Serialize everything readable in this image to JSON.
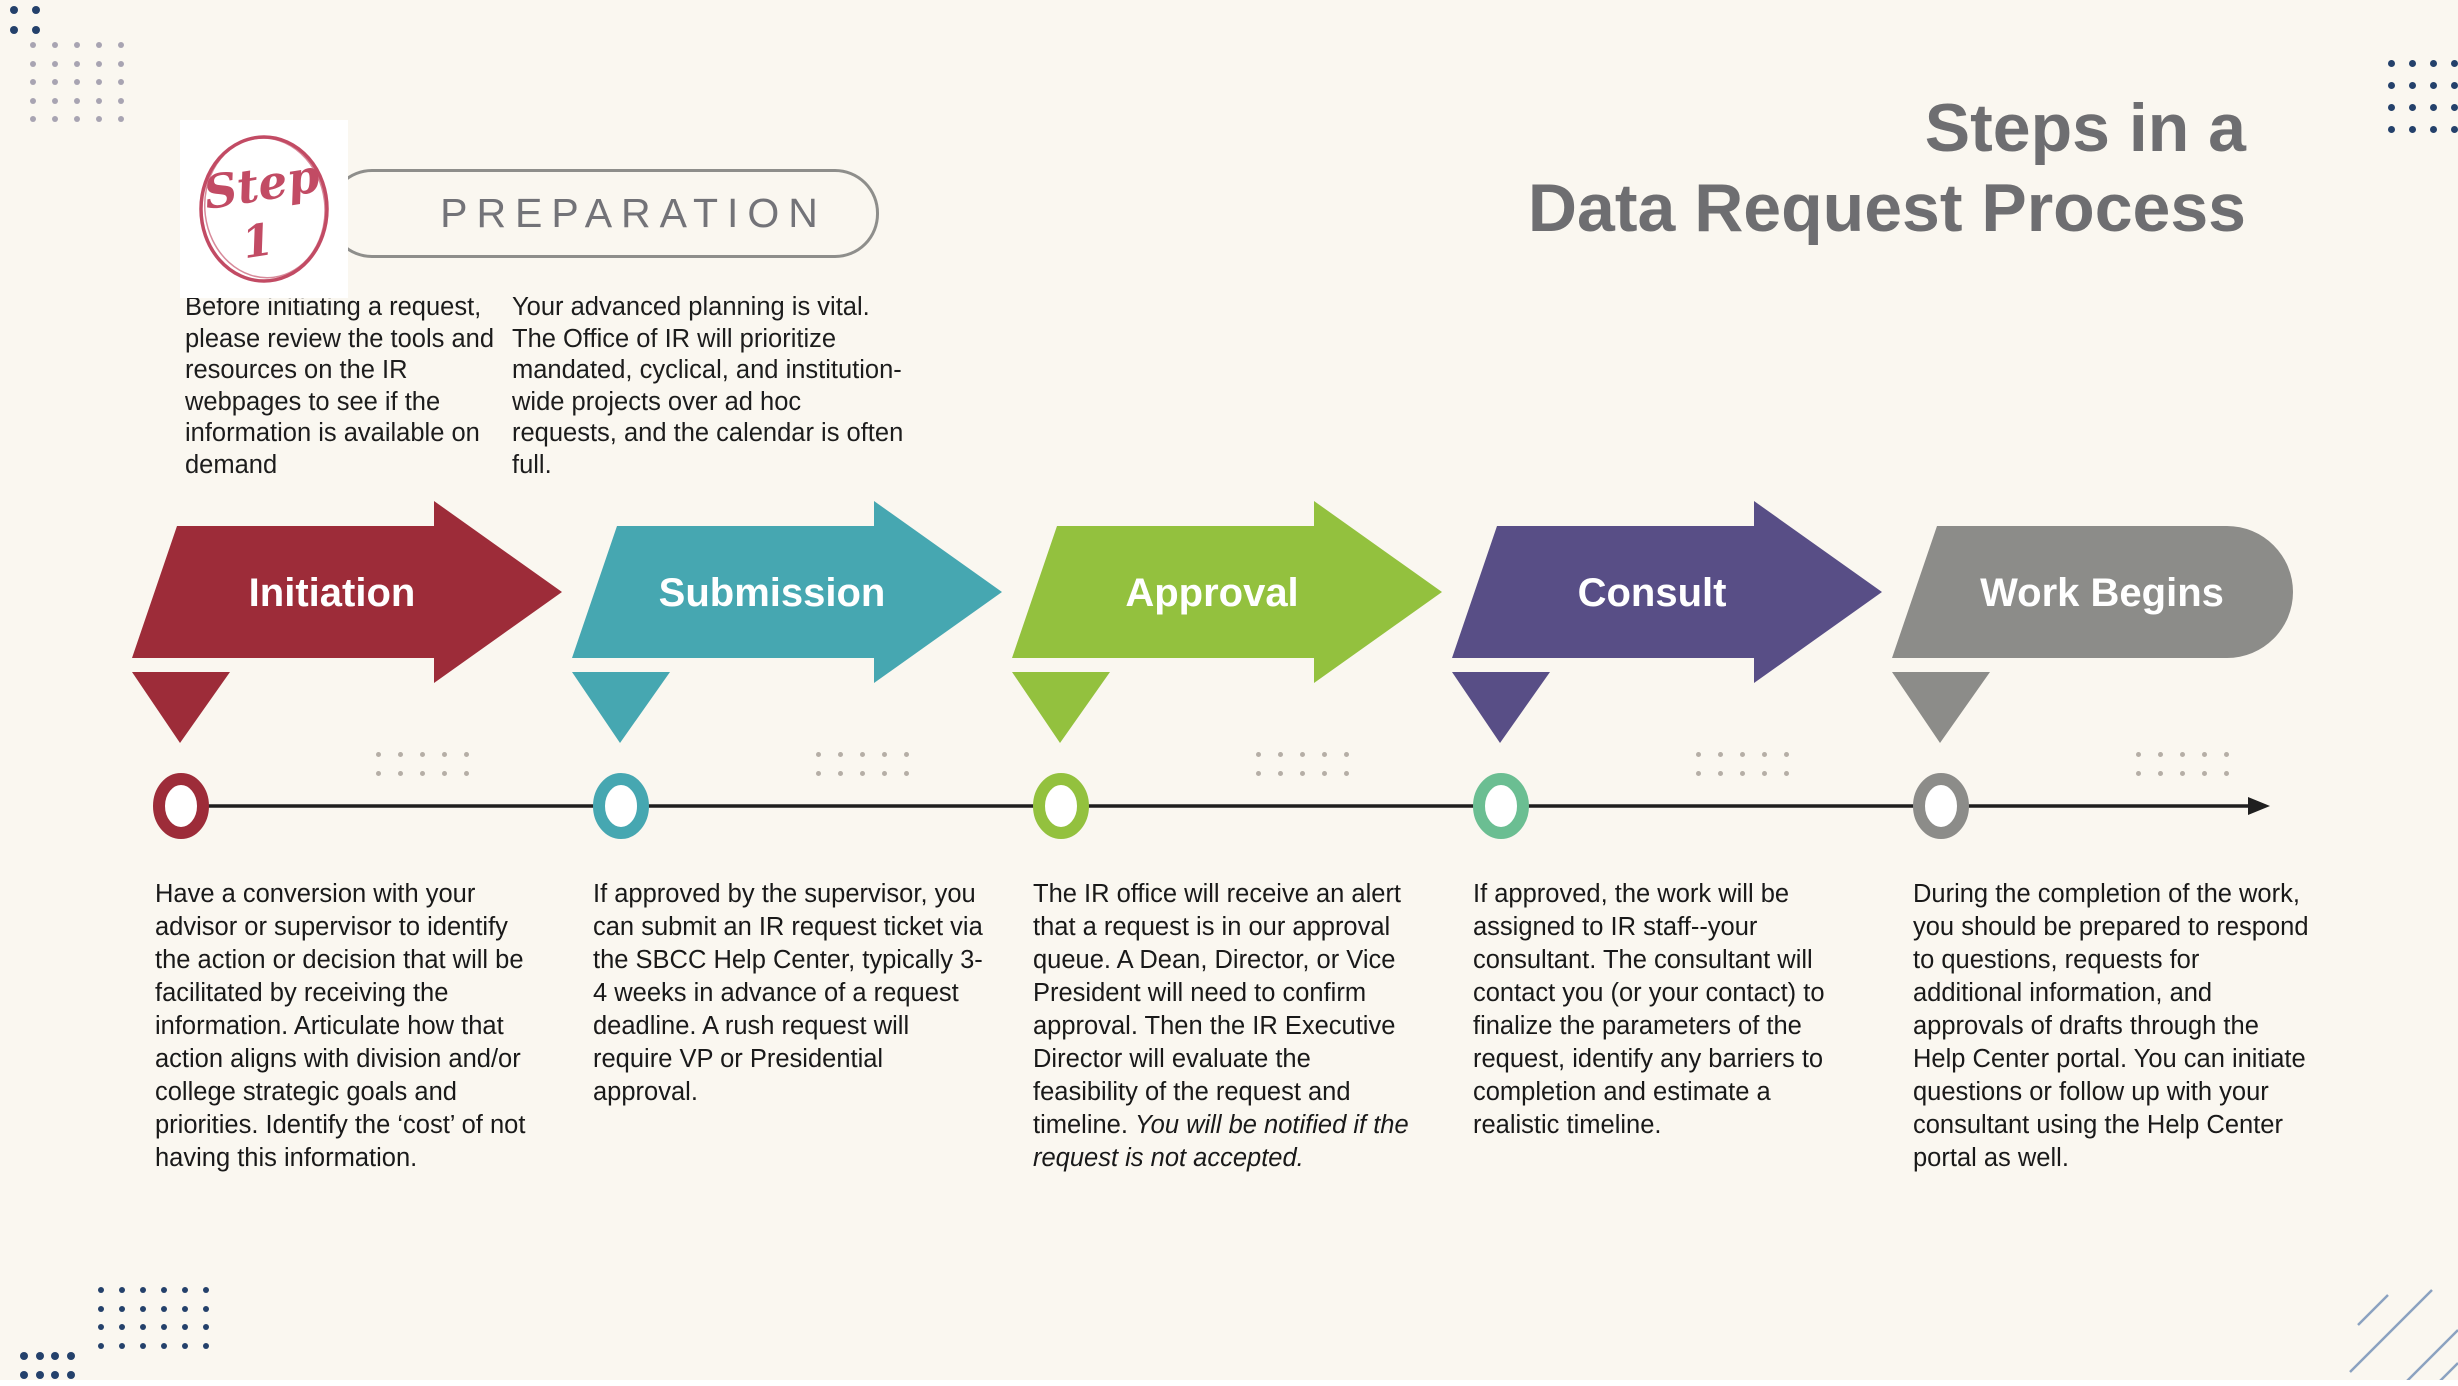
{
  "header": {
    "badge_step_word": "Step",
    "badge_step_number": "1",
    "phase_label": "PREPARATION",
    "title_line1": "Steps in a",
    "title_line2": "Data Request Process"
  },
  "intro": {
    "col1": "Before initiating a request, please review the tools and resources on the IR webpages to see if the information is available on demand",
    "col2": "Your advanced planning is  vital. The Office of IR will prioritize mandated, cyclical, and institution-wide projects over ad hoc requests, and the calendar is often full."
  },
  "steps": [
    {
      "label": "Initiation",
      "color": "#9D2C39",
      "marker_color": "#9D2C39",
      "description": "Have a conversion with your advisor or supervisor to identify the action or decision that will be facilitated by receiving the information. Articulate how that action aligns with division and/or college strategic goals and priorities. Identify the ‘cost’ of not having this information.",
      "description_italic": ""
    },
    {
      "label": "Submission",
      "color": "#46A7B1",
      "marker_color": "#46A7B1",
      "description": "If approved by the supervisor, you can submit an IR request ticket via the SBCC Help Center, typically 3-4 weeks in advance of a request deadline. A rush request will require VP or Presidential approval.",
      "description_italic": ""
    },
    {
      "label": "Approval",
      "color": "#93C13E",
      "marker_color": "#93C13E",
      "description": "The IR office will receive an alert that a request is in our approval queue. A Dean, Director, or Vice President will need to confirm approval. Then the IR Executive Director will evaluate the feasibility of the request and timeline. ",
      "description_italic": "You will be notified if the request is not accepted."
    },
    {
      "label": "Consult",
      "color": "#584E86",
      "marker_color": "#6BBE92",
      "description": "If approved, the work will be assigned to IR staff--your consultant. The consultant will contact you (or your contact) to finalize the parameters of the request, identify any barriers to completion and estimate a realistic timeline.",
      "description_italic": ""
    },
    {
      "label": "Work Begins",
      "color": "#8C8C89",
      "marker_color": "#8C8C89",
      "description": "During the completion of the work, you should be prepared to respond to questions, requests for additional information, and approvals of drafts through the Help Center portal. You can initiate questions or follow up with your consultant using the Help Center portal as well.",
      "description_italic": ""
    }
  ],
  "colors": {
    "background": "#FAF7F0",
    "title_gray": "#6E6E71",
    "badge_crimson": "#C24B64",
    "timeline_line": "#1F1F1F",
    "navy_dots": "#24416B",
    "light_dots": "#A8A4B2",
    "warm_dots": "#B5AEA6",
    "diagonal_lines": "#8BA2C0"
  }
}
